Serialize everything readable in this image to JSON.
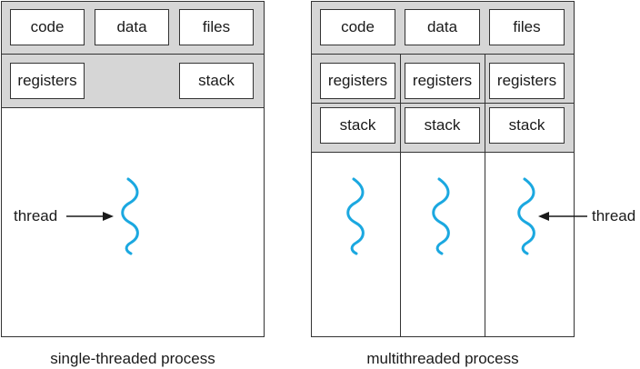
{
  "single": {
    "code": "code",
    "data": "data",
    "files": "files",
    "registers": "registers",
    "stack": "stack",
    "thread_label": "thread",
    "caption": "single-threaded process"
  },
  "multi": {
    "code": "code",
    "data": "data",
    "files": "files",
    "registers": [
      "registers",
      "registers",
      "registers"
    ],
    "stack": [
      "stack",
      "stack",
      "stack"
    ],
    "thread_label": "thread",
    "caption": "multithreaded process"
  },
  "colors": {
    "thread": "#1ba8e0",
    "shared_area": "#d6d6d6",
    "outline": "#333333"
  },
  "icons": [
    "thread-squiggle-icon",
    "arrow-right-icon",
    "arrow-left-icon"
  ]
}
